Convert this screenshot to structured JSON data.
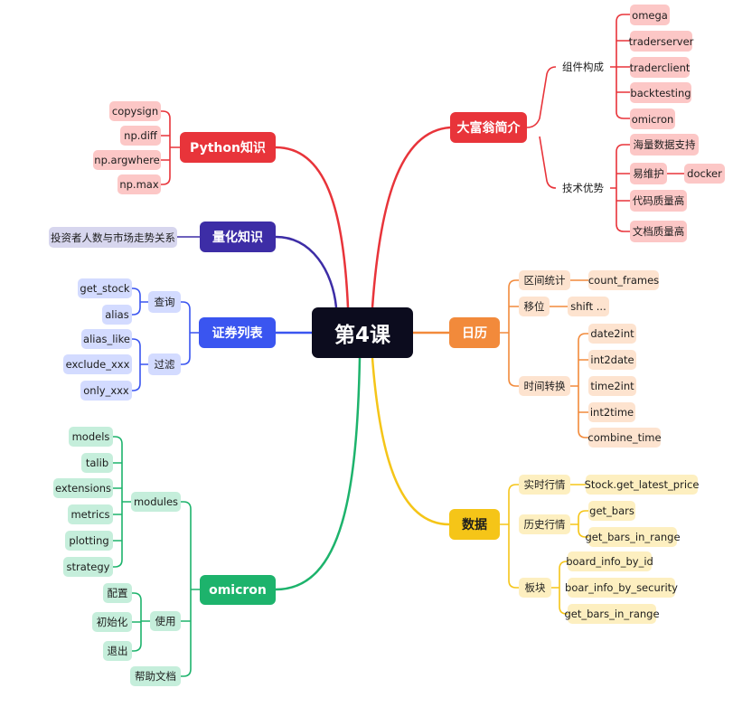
{
  "root": {
    "label": "第4课",
    "color": "#0c0c1e"
  },
  "branches": {
    "intro": {
      "label": "大富翁简介",
      "color": "#e8343a",
      "soft": "#fcc7c6",
      "components": {
        "label": "组件构成",
        "items": [
          "omega",
          "traderserver",
          "traderclient",
          "backtesting",
          "omicron"
        ]
      },
      "advantages": {
        "label": "技术优势",
        "items": [
          "海量数据支持",
          "易维护",
          "代码质量高",
          "文档质量高"
        ],
        "sub": "docker"
      }
    },
    "python": {
      "label": "Python知识",
      "color": "#e8343a",
      "soft": "#fcc7c6",
      "items": [
        "copysign",
        "np.diff",
        "np.argwhere",
        "np.max"
      ]
    },
    "quant": {
      "label": "量化知识",
      "color": "#3d2da6",
      "soft": "#d7d6ee",
      "items": [
        "投资者人数与市场走势关系"
      ]
    },
    "securities": {
      "label": "证券列表",
      "color": "#3a55f0",
      "soft": "#d3dbff",
      "query": {
        "label": "查询",
        "items": [
          "get_stock",
          "alias"
        ]
      },
      "filter": {
        "label": "过滤",
        "items": [
          "alias_like",
          "exclude_xxx",
          "only_xxx"
        ]
      }
    },
    "omicron": {
      "label": "omicron",
      "color": "#1db36c",
      "soft": "#c5eedb",
      "modules": {
        "label": "modules",
        "items": [
          "models",
          "talib",
          "extensions",
          "metrics",
          "plotting",
          "strategy"
        ]
      },
      "usage": {
        "label": "使用",
        "items": [
          "配置",
          "初始化",
          "退出"
        ]
      },
      "docs": "帮助文档"
    },
    "calendar": {
      "label": "日历",
      "color": "#f28a3b",
      "soft": "#fde3cf",
      "range": {
        "label": "区间统计",
        "items": [
          "count_frames"
        ]
      },
      "shift": {
        "label": "移位",
        "items": [
          "shift ..."
        ]
      },
      "convert": {
        "label": "时间转换",
        "items": [
          "date2int",
          "int2date",
          "time2int",
          "int2time",
          "combine_time"
        ]
      }
    },
    "data": {
      "label": "数据",
      "color": "#f5c518",
      "soft": "#fdefc0",
      "realtime": {
        "label": "实时行情",
        "items": [
          "Stock.get_latest_price"
        ]
      },
      "history": {
        "label": "历史行情",
        "items": [
          "get_bars",
          "get_bars_in_range"
        ]
      },
      "board": {
        "label": "板块",
        "items": [
          "board_info_by_id",
          "boar_info_by_security",
          "get_bars_in_range"
        ]
      }
    }
  }
}
